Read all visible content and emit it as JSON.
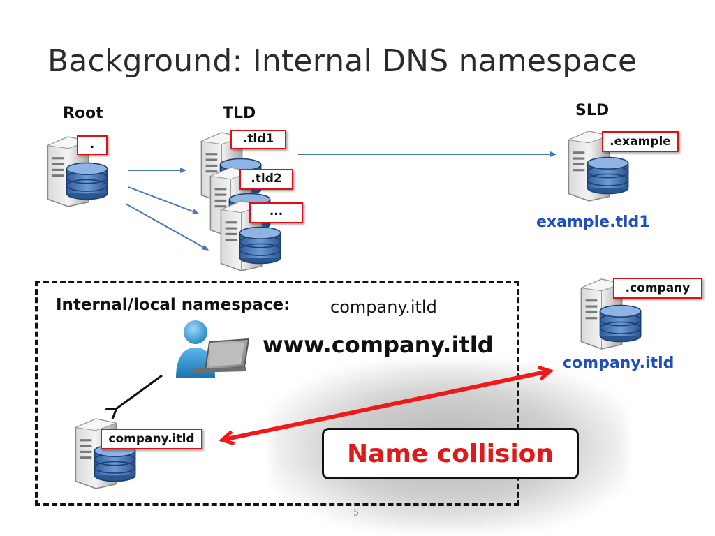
{
  "title": "Background: Internal DNS namespace",
  "columns": {
    "root": "Root",
    "tld": "TLD",
    "sld": "SLD"
  },
  "labels": {
    "root": ".",
    "tld1": ".tld1",
    "tld2": ".tld2",
    "tld3": "...",
    "example": ".example",
    "company": ".company",
    "internal_server": "company.itld"
  },
  "blue_labels": {
    "example_domain": "example.tld1",
    "company_domain": "company.itld"
  },
  "internal": {
    "heading": "Internal/local namespace:",
    "domain": "company.itld",
    "host": "www.company.itld"
  },
  "callout": "Name collision",
  "page_number": "5",
  "colors": {
    "accent_red": "#e01010",
    "blue_text": "#1f4fbf",
    "arrow_blue": "#4a78b8"
  }
}
